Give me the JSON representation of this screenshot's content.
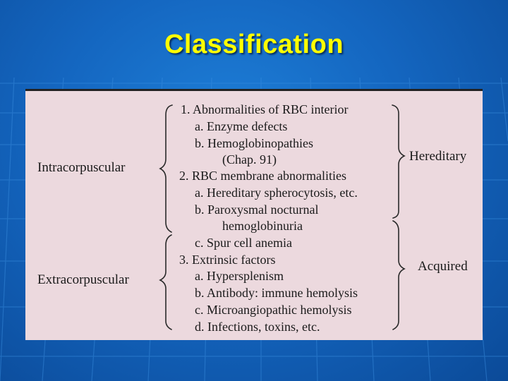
{
  "slide": {
    "title": "Classification"
  },
  "table": {
    "left_labels": {
      "intra": "Intracorpuscular",
      "extra": "Extracorpuscular"
    },
    "right_labels": {
      "hereditary": "Hereditary",
      "acquired": "Acquired"
    },
    "items": [
      "1.  Abnormalities of RBC interior",
      "a.  Enzyme defects",
      "b.  Hemoglobinopathies",
      "(Chap. 91)",
      "2.  RBC membrane abnormalities",
      "a.  Hereditary spherocytosis, etc.",
      "b.  Paroxysmal nocturnal",
      "hemoglobinuria",
      "c.  Spur cell anemia",
      "3.  Extrinsic factors",
      "a.  Hypersplenism",
      "b.  Antibody: immune hemolysis",
      "c.  Microangiopathic hemolysis",
      "d.  Infections, toxins, etc."
    ]
  }
}
